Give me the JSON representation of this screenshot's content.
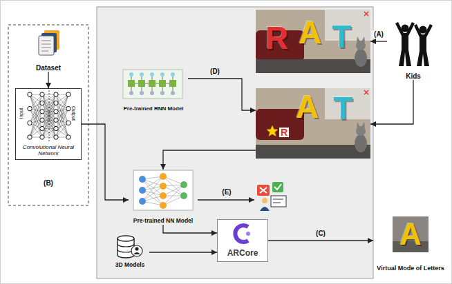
{
  "diagram": {
    "nodes": [
      {
        "text": [
          "Dataset"
        ]
      },
      {
        "text": [
          "Input",
          "Output",
          "Convolutional Neural Network"
        ]
      },
      {
        "text": [
          "R",
          "A",
          "T"
        ]
      },
      {
        "text": [
          "Kids"
        ]
      },
      {
        "text": [
          "Pre-trained RNN Model"
        ]
      },
      {
        "text": [
          "A",
          "T",
          "R"
        ]
      },
      {
        "text": [
          "Pre-trained NN Model"
        ]
      },
      {
        "text": [
          "ARCore"
        ]
      },
      {
        "text": [
          "3D Models"
        ]
      },
      {
        "text": [
          "A",
          "Virtual Mode of Letters"
        ]
      }
    ],
    "edges": [
      {
        "from": 0,
        "to": 1,
        "arrow": "to"
      },
      {
        "from": 3,
        "to": 2,
        "arrow": "to",
        "label": "(A)"
      },
      {
        "from": 3,
        "to": 5,
        "arrow": "to"
      },
      {
        "from": 4,
        "to": 5,
        "arrow": "to",
        "label": "(D)"
      },
      {
        "from": 5,
        "to": 6,
        "arrow": "to"
      },
      {
        "from": 1,
        "to": 6,
        "arrow": "to"
      },
      {
        "from": 6,
        "to": 7,
        "arrow": "to"
      },
      {
        "from": 8,
        "to": 7,
        "arrow": "to"
      },
      {
        "from": 7,
        "to": 9,
        "arrow": "to",
        "label": "(C)"
      }
    ],
    "labels": [
      "(B)",
      "(E)"
    ]
  }
}
